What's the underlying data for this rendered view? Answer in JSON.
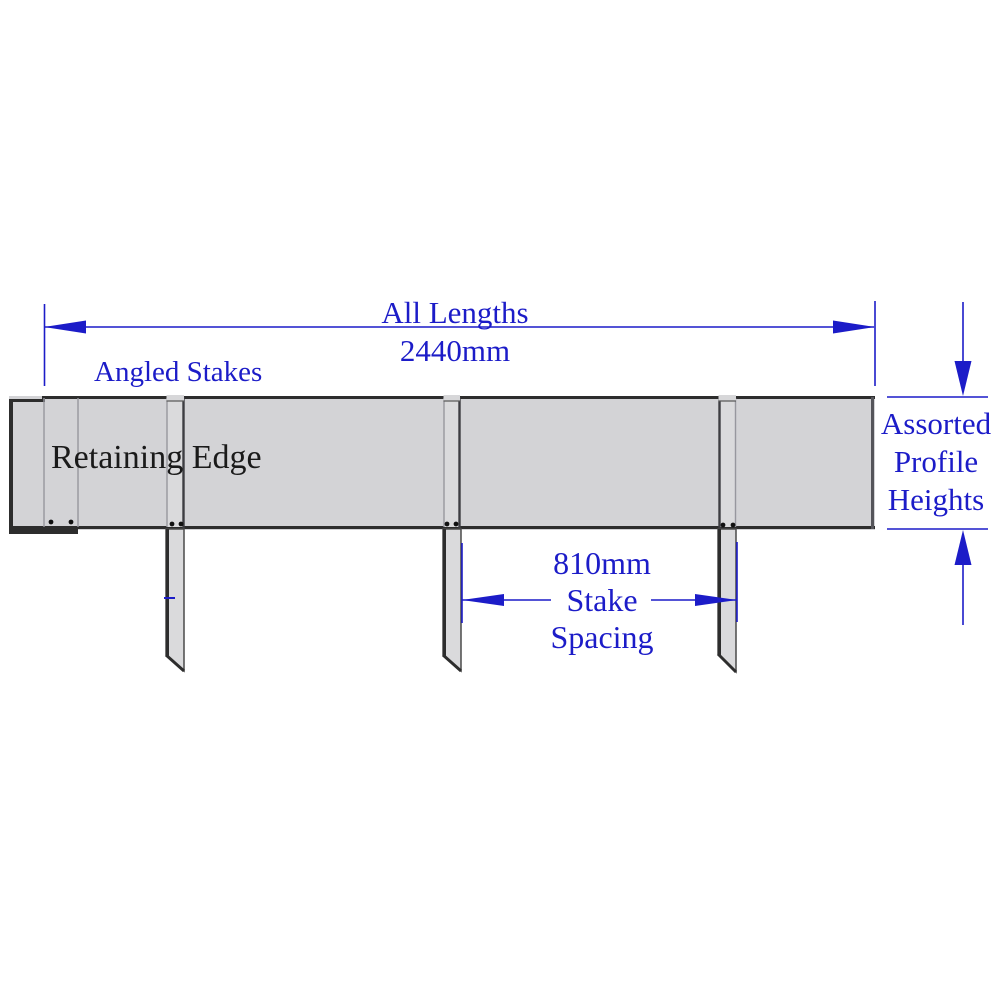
{
  "labels": {
    "all_lengths_title": "All Lengths",
    "all_lengths_value": "2440mm",
    "angled_stakes": "Angled Stakes",
    "retaining_edge": "Retaining Edge",
    "profile_lines": [
      "Assorted",
      "Profile",
      "Heights"
    ],
    "stake_spacing_value": "810mm",
    "stake_spacing_word1": "Stake",
    "stake_spacing_word2": "Spacing"
  },
  "dimensions": {
    "overall_length_mm": 2440,
    "stake_spacing_mm": 810
  },
  "colors": {
    "dimension_blue": "#1c1cc8",
    "edge_fill": "#d3d3d6",
    "stake_fill": "#dadadc",
    "outline_dark": "#2d2d2d",
    "seam_gray": "#97979e",
    "label_black": "#1a1a1a"
  }
}
